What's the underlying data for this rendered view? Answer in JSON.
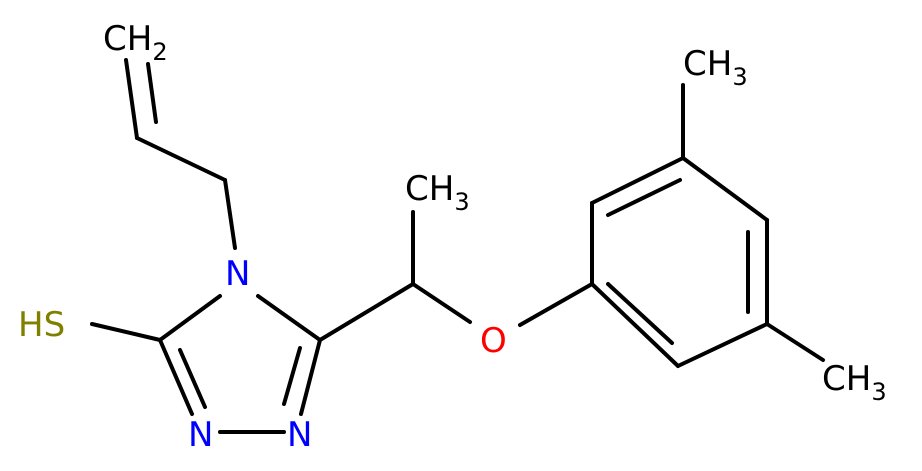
{
  "molecule": {
    "atoms": [
      {
        "id": "ch2",
        "label": "CH",
        "sub": "2",
        "color": "#000000"
      },
      {
        "id": "n4",
        "label": "N",
        "sub": "",
        "color": "#0000ff"
      },
      {
        "id": "ch3_top",
        "label": "CH",
        "sub": "3",
        "color": "#000000"
      },
      {
        "id": "ch3_ring_top",
        "label": "CH",
        "sub": "3",
        "color": "#000000"
      },
      {
        "id": "sh",
        "label": "HS",
        "sub": "",
        "color": "#808000"
      },
      {
        "id": "o",
        "label": "O",
        "sub": "",
        "color": "#ff0000"
      },
      {
        "id": "ch3_ring_bottom",
        "label": "CH",
        "sub": "3",
        "color": "#000000"
      },
      {
        "id": "n1",
        "label": "N",
        "sub": "",
        "color": "#0000ff"
      },
      {
        "id": "n2",
        "label": "N",
        "sub": "",
        "color": "#0000ff"
      }
    ]
  }
}
